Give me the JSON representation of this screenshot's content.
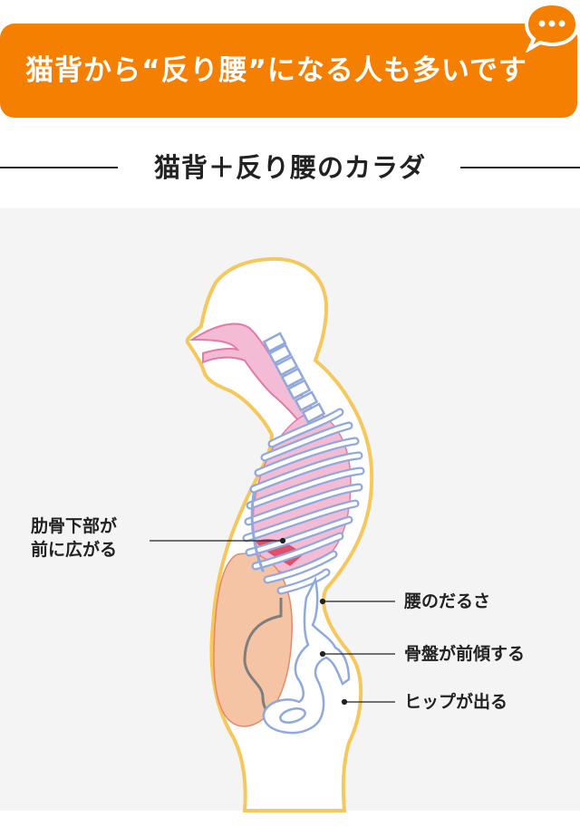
{
  "header": {
    "title": "猫背から“反り腰”になる人も多いです",
    "icon": "speech-bubble-icon"
  },
  "subtitle": "猫背＋反り腰のカラダ",
  "diagram": {
    "labels": {
      "ribs_line1": "肋骨下部が",
      "ribs_line2": "前に広がる",
      "lower_back": "腰のだるさ",
      "pelvis": "骨盤が前傾する",
      "hip": "ヒップが出る"
    }
  },
  "colors": {
    "accent": "#f57f00",
    "body_outline": "#f6c75a",
    "bones": "#8fa9dc",
    "lungs": "#f3bcd4",
    "intestine": "#f4c4a4"
  }
}
